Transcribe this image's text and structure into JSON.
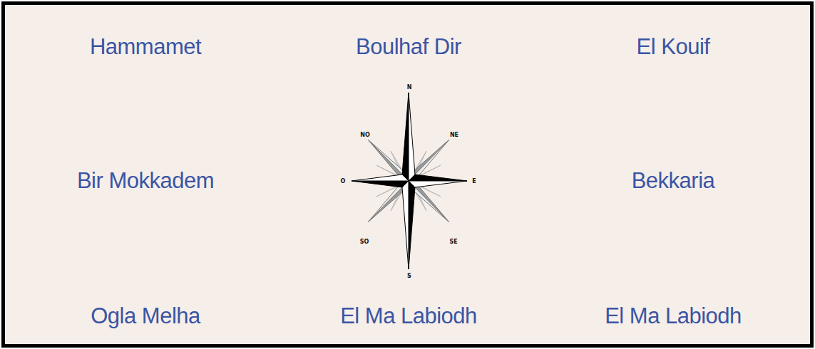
{
  "diagram": {
    "labels": [
      "Hammamet",
      "Boulhaf Dir",
      "El Kouif",
      "Bir Mokkadem",
      "Bekkaria",
      "Ogla Melha",
      "El Ma Labiodh",
      "El Ma Labiodh",
      "N",
      "NO",
      "NE",
      "O",
      "E",
      "SO",
      "SE",
      "S"
    ]
  }
}
